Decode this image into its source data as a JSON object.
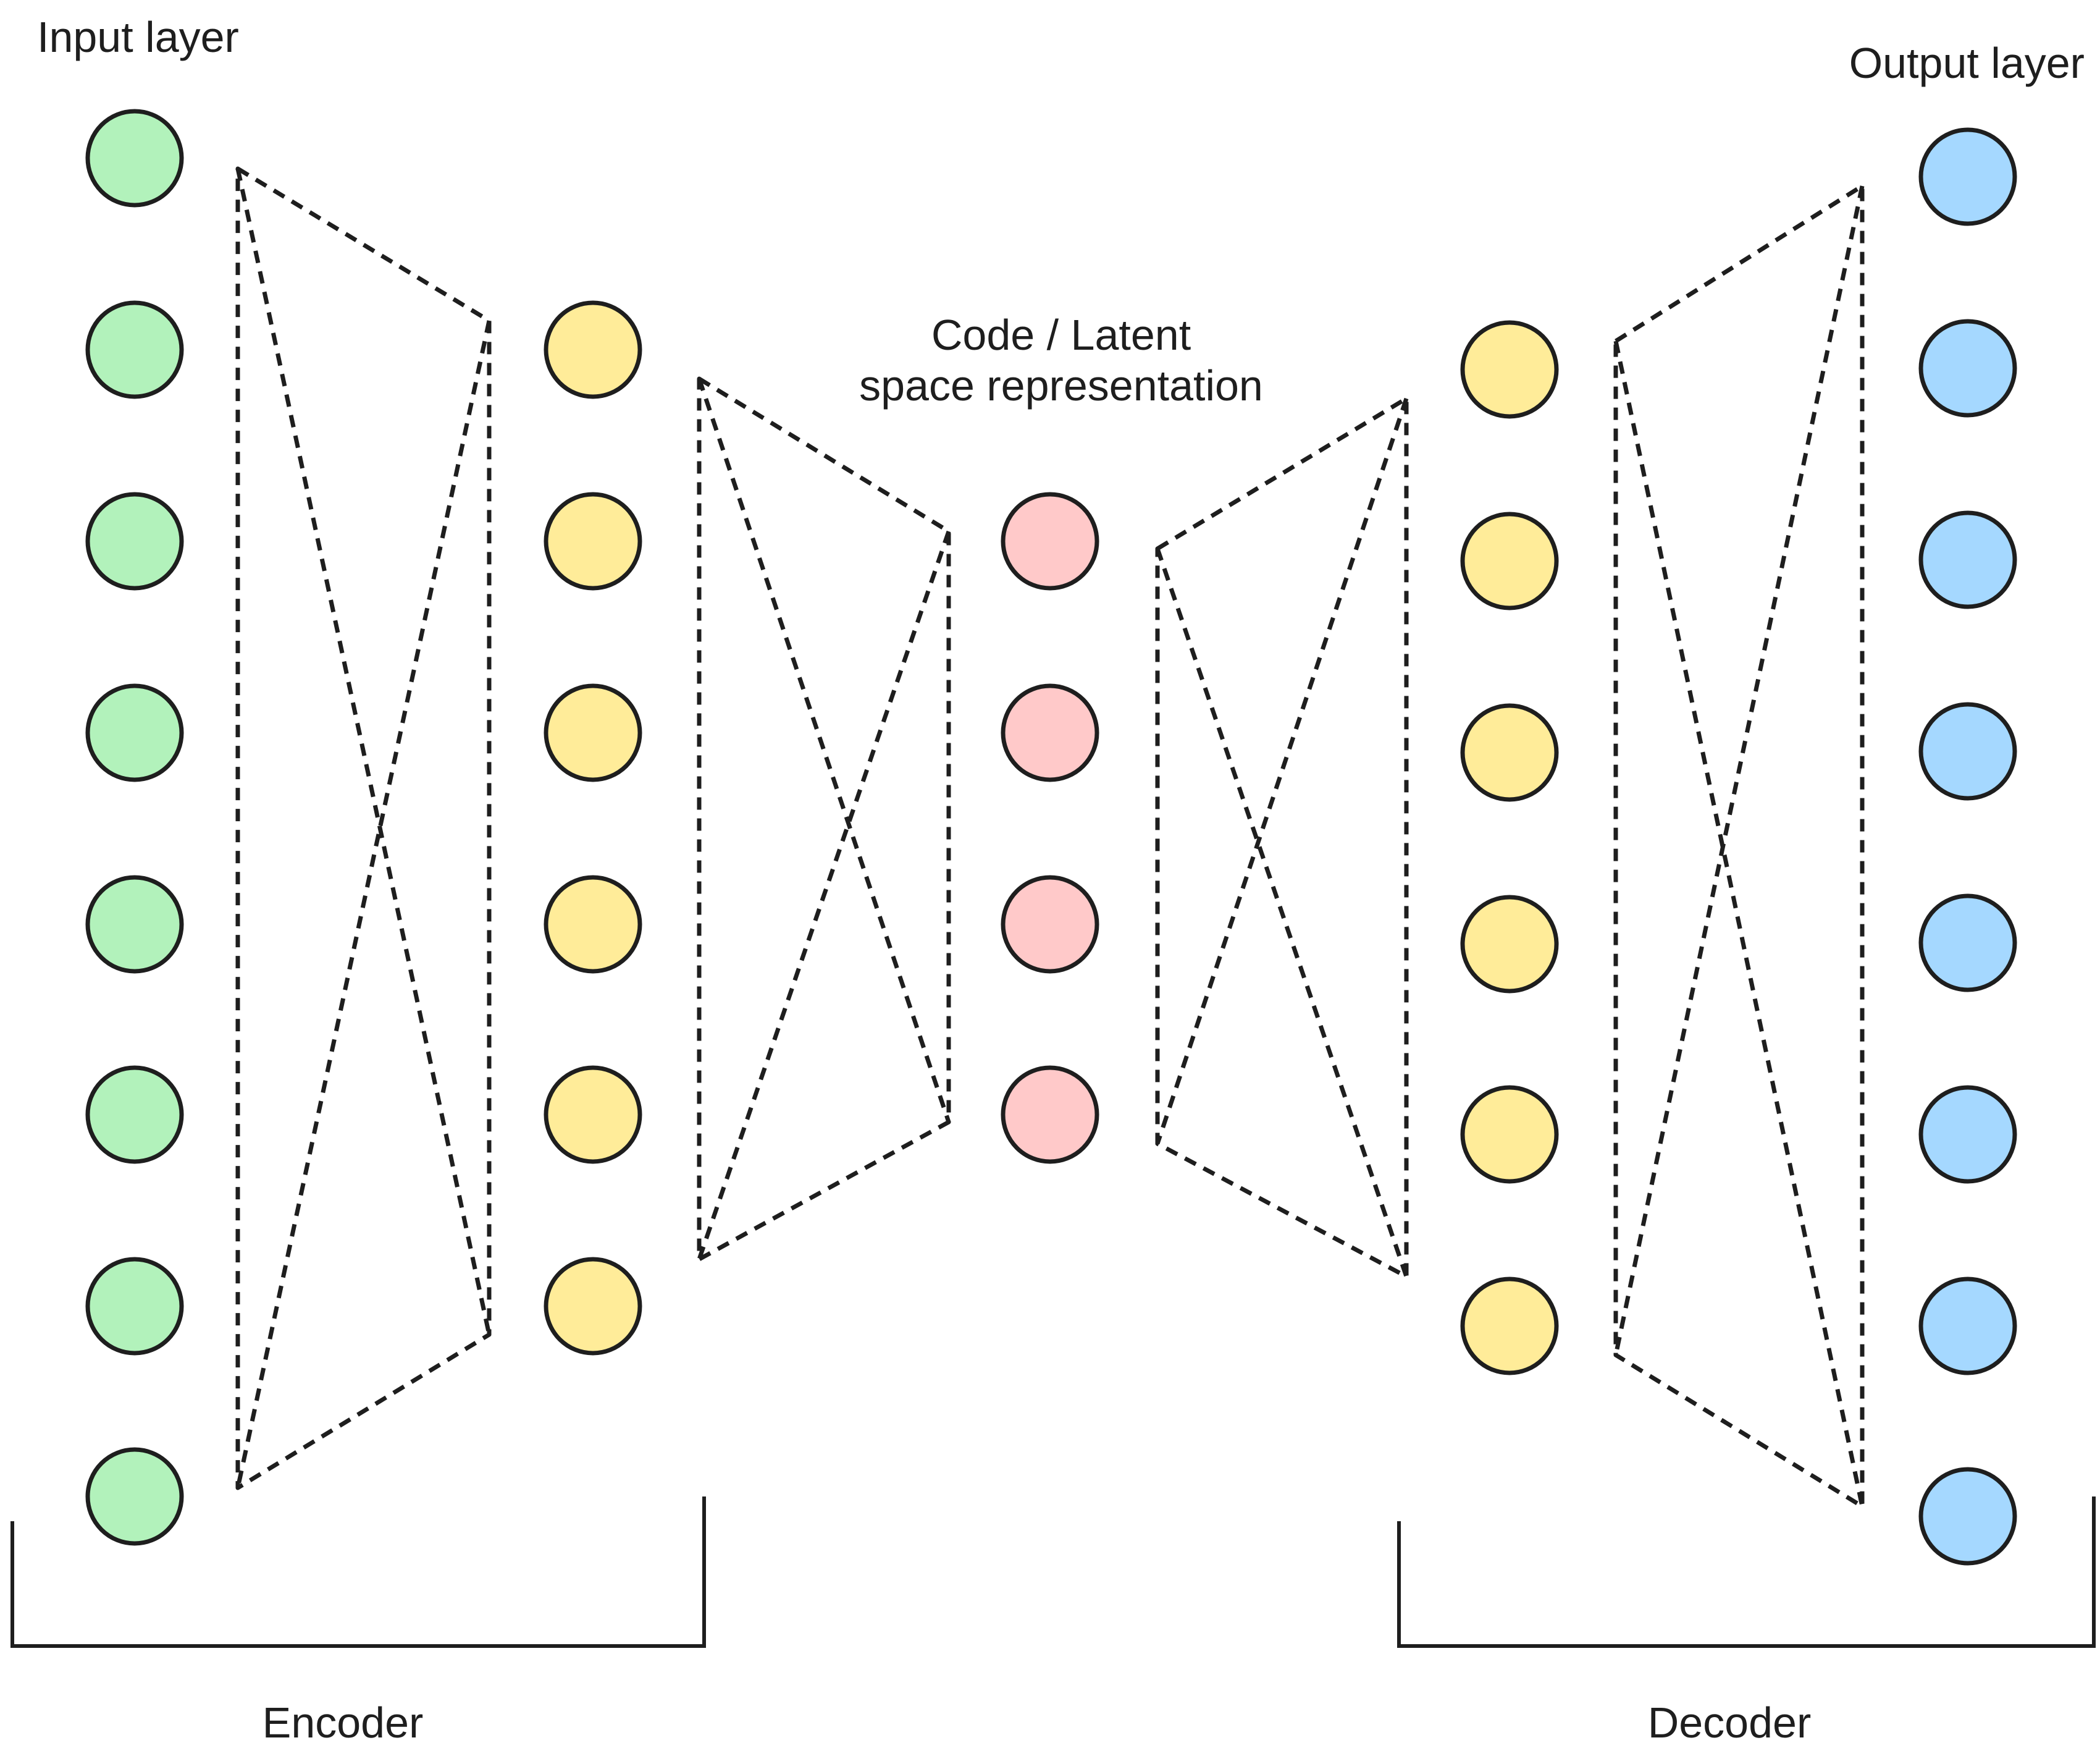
{
  "labels": {
    "input_layer": "Input layer",
    "output_layer": "Output layer",
    "latent_line1": "Code / Latent",
    "latent_line2": "space representation",
    "encoder": "Encoder",
    "decoder": "Decoder"
  },
  "colors": {
    "input": "#b2f2bb",
    "hidden": "#ffec99",
    "latent": "#ffc9c9",
    "output": "#a5d8ff",
    "stroke": "#1e1e1e"
  },
  "layers": {
    "input_nodes": 8,
    "encoder_hidden_nodes": 6,
    "latent_nodes": 4,
    "decoder_hidden_nodes": 6,
    "output_nodes": 8
  }
}
